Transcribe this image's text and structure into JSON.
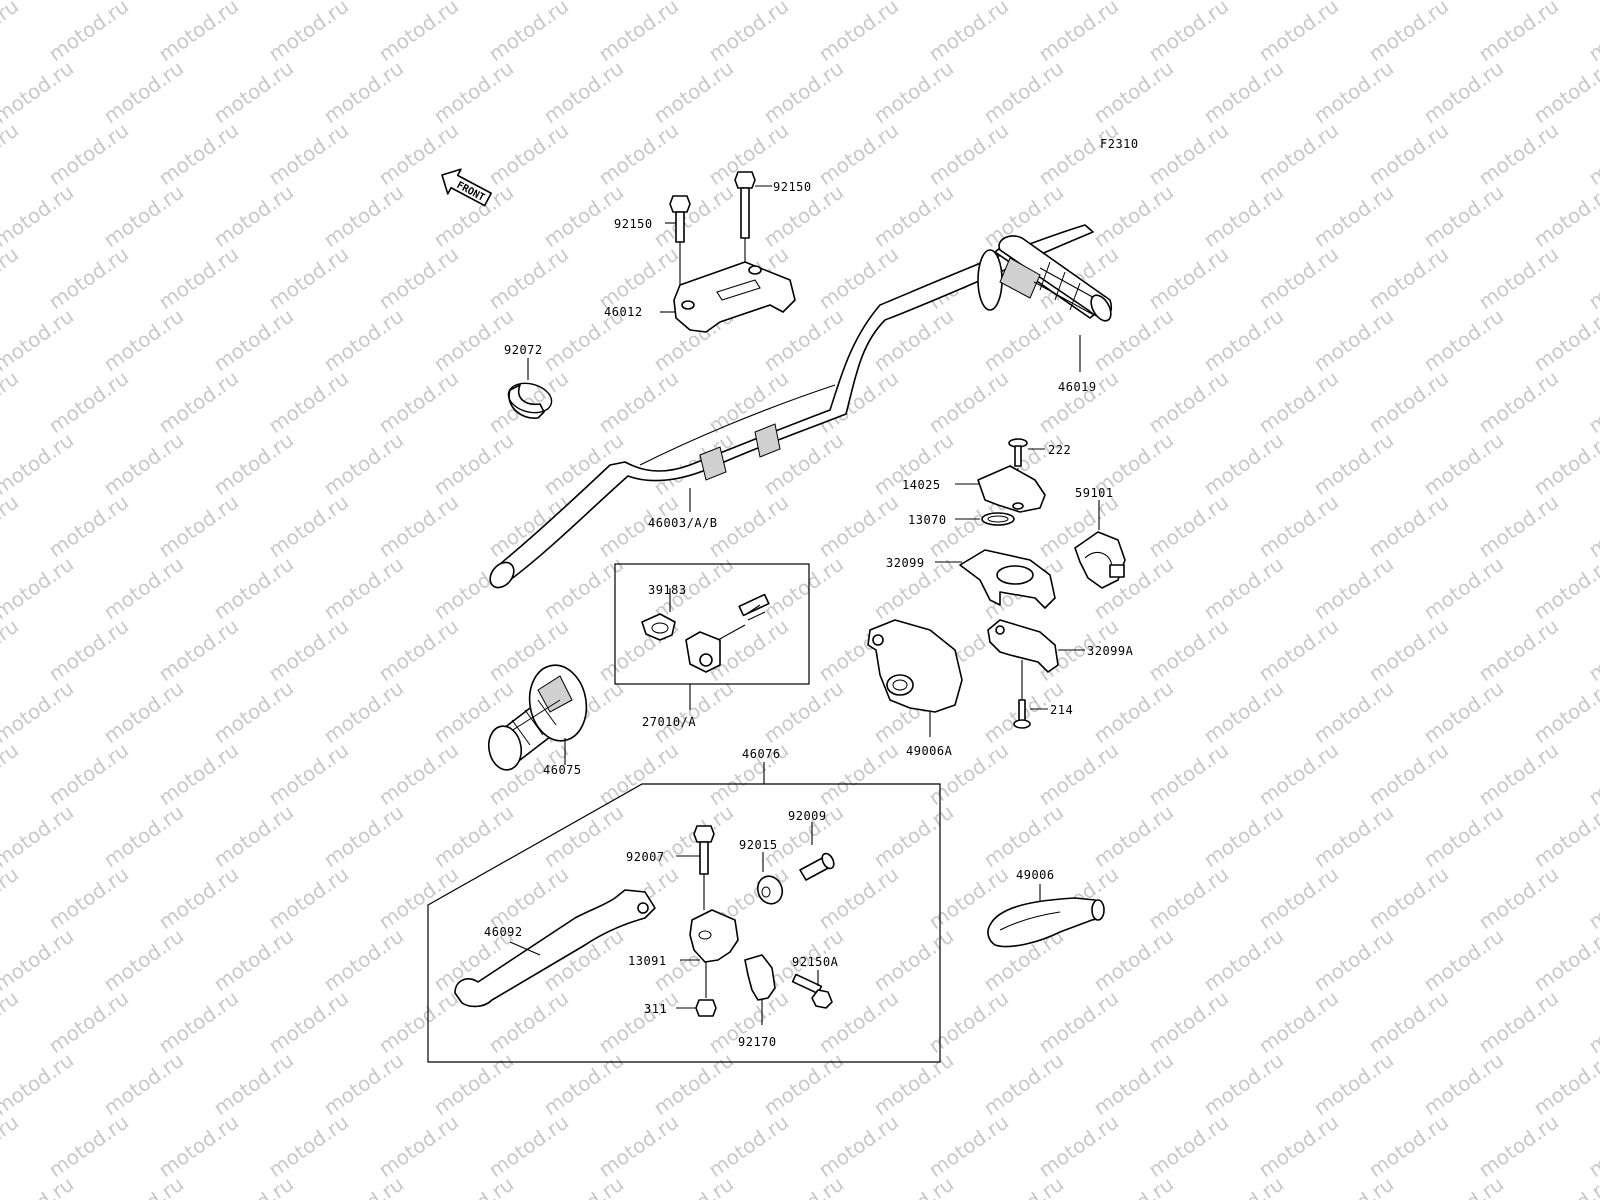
{
  "watermark": "motod.ru",
  "figure_code": "F2310",
  "front_label": "FRONT",
  "labels": {
    "p92150_right": "92150",
    "p92150_left": "92150",
    "p46012": "46012",
    "p92072": "92072",
    "p46019": "46019",
    "p222": "222",
    "p14025": "14025",
    "p59101": "59101",
    "p13070": "13070",
    "p46003": "46003/A/B",
    "p32099": "32099",
    "p39183": "39183",
    "p32099A": "32099A",
    "p27010": "27010/A",
    "p214": "214",
    "p46075": "46075",
    "p49006A": "49006A",
    "p46076": "46076",
    "p92009": "92009",
    "p92007": "92007",
    "p92015": "92015",
    "p49006": "49006",
    "p46092": "46092",
    "p13091": "13091",
    "p92150A": "92150A",
    "p311": "311",
    "p92170": "92170"
  }
}
